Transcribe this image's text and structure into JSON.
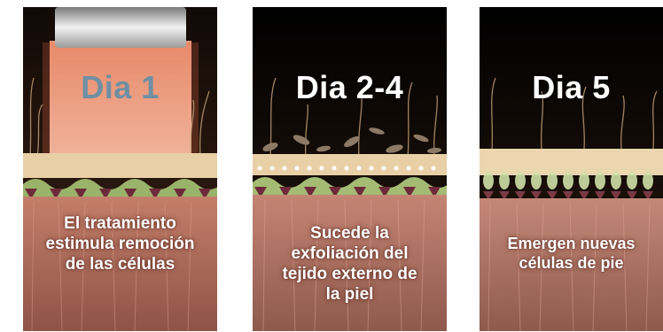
{
  "panels": [
    {
      "day": "Dia 1",
      "caption": [
        "El tratamiento",
        "estimula remoción",
        "de las células"
      ]
    },
    {
      "day": "Dia 2-4",
      "caption": [
        "Sucede la",
        "exfoliación del",
        "tejido externo de",
        "la piel"
      ]
    },
    {
      "day": "Dia 5",
      "caption": [
        "Emergen nuevas",
        "células de pie"
      ]
    }
  ],
  "colors": {
    "day1_label": "#6f8fa5",
    "background_dark": "#1a0f0a",
    "skin_surface": "#e8cfa6",
    "dermis": "#a86a5a",
    "light_beam": "#f4a88a"
  }
}
